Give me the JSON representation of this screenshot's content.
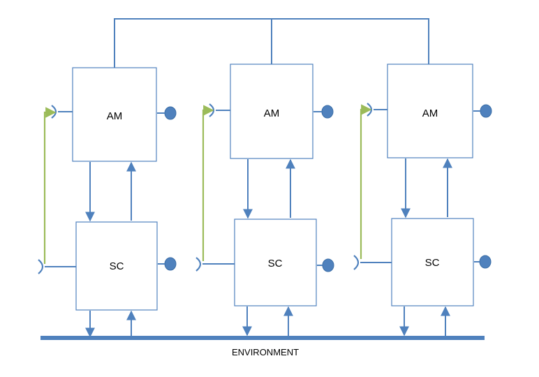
{
  "diagram": {
    "units": [
      {
        "am_label": "AM",
        "sc_label": "SC"
      },
      {
        "am_label": "AM",
        "sc_label": "SC"
      },
      {
        "am_label": "AM",
        "sc_label": "SC"
      }
    ],
    "environment_label": "ENVIRONMENT",
    "colors": {
      "box_stroke": "#4f81bd",
      "feedback_line": "#9bbb59",
      "environment_bar": "#4f81bd"
    }
  }
}
